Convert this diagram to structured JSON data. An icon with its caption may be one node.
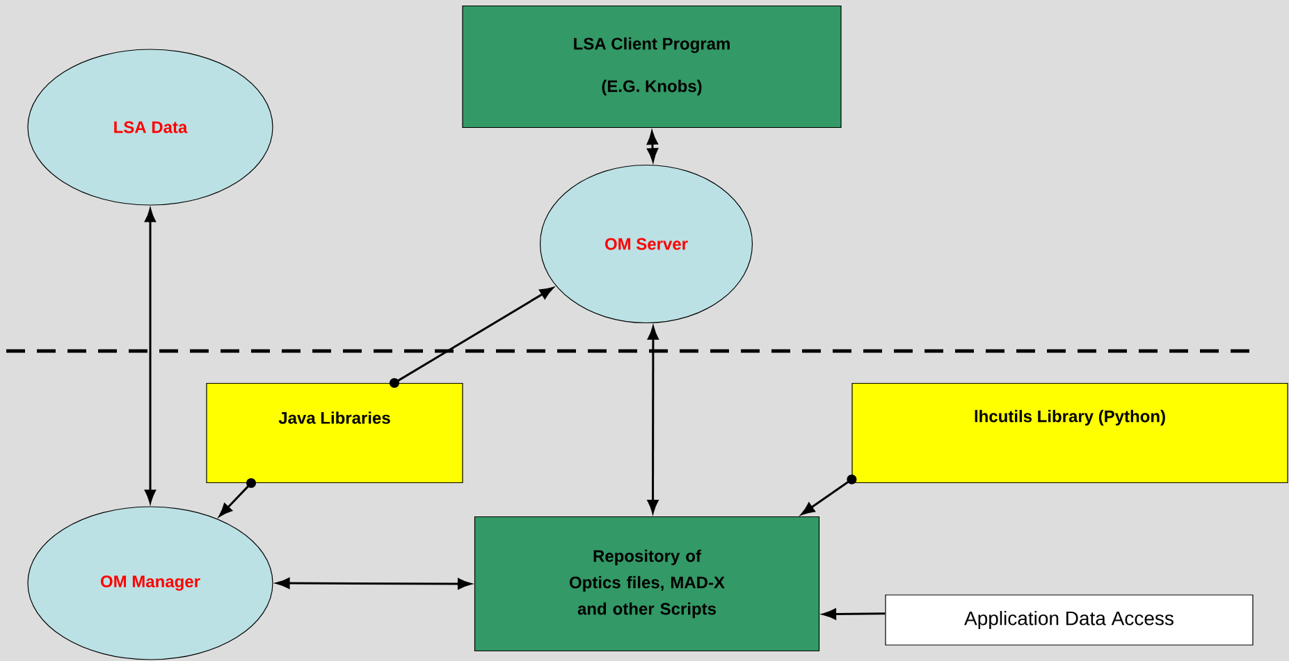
{
  "diagram": {
    "nodes": [
      {
        "text": [
          "LSA Data"
        ]
      },
      {
        "text": [
          "LSA Client Program",
          "(E.G. Knobs)"
        ]
      },
      {
        "text": [
          "OM Server"
        ]
      },
      {
        "text": [
          "Java Libraries"
        ]
      },
      {
        "text": [
          "lhcutils Library (Python)"
        ]
      },
      {
        "text": [
          "OM Manager"
        ]
      },
      {
        "text": [
          "Repository of Optics files, MAD-X and other Scripts"
        ]
      },
      {
        "text": [
          "Application Data Access"
        ]
      }
    ],
    "edges": [
      {
        "from": 0,
        "to": 5,
        "arrow": "both"
      },
      {
        "from": 1,
        "to": 2,
        "arrow": "both"
      },
      {
        "from": 3,
        "to": 2,
        "arrow": "to"
      },
      {
        "from": 3,
        "to": 5,
        "arrow": "to"
      },
      {
        "from": 2,
        "to": 6,
        "arrow": "both"
      },
      {
        "from": 4,
        "to": 6,
        "arrow": "to"
      },
      {
        "from": 5,
        "to": 6,
        "arrow": "both"
      },
      {
        "from": 7,
        "to": 6,
        "arrow": "to"
      }
    ]
  }
}
